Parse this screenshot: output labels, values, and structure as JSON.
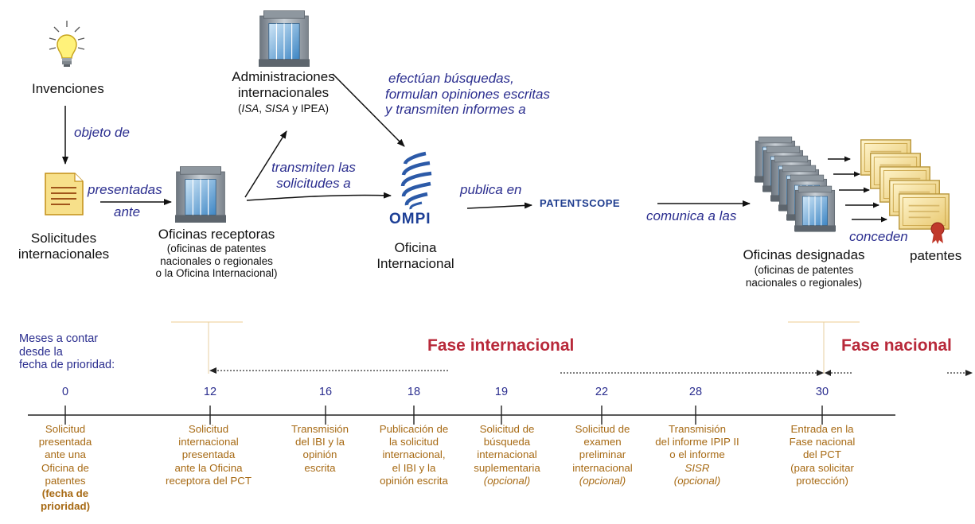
{
  "top": {
    "invenciones": "Invenciones",
    "objeto_de": "objeto de",
    "solicitudes": [
      "Solicitudes",
      "internacionales"
    ],
    "presentadas": [
      "presentadas",
      "ante"
    ],
    "oficinas_receptoras": "Oficinas receptoras",
    "oficinas_receptoras_sub": [
      "(oficinas de patentes",
      "nacionales o regionales",
      "o la Oficina Internacional)"
    ],
    "administraciones": [
      "Administraciones",
      "internacionales"
    ],
    "administraciones_sub": [
      "ISA",
      ", ",
      "SISA",
      " y IPEA)"
    ],
    "transmiten": [
      "transmiten las",
      "solicitudes a"
    ],
    "efectuan": [
      "efectúan búsquedas,",
      "formulan opiniones escritas",
      "y transmiten informes a"
    ],
    "ompi_logo": "OMPI",
    "oficina_internacional": [
      "Oficina",
      "Internacional"
    ],
    "publica_en": "publica en",
    "patentscope": "PATENTSCOPE",
    "comunica": "comunica a las",
    "conceden": "conceden",
    "patentes": "patentes",
    "oficinas_designadas": "Oficinas designadas",
    "oficinas_designadas_sub": [
      "(oficinas de patentes",
      "nacionales o regionales)"
    ]
  },
  "timeline": {
    "meses": [
      "Meses a contar",
      "desde la",
      "fecha de prioridad:"
    ],
    "fase_internacional": "Fase internacional",
    "fase_nacional": "Fase nacional",
    "months": [
      "0",
      "12",
      "16",
      "18",
      "19",
      "22",
      "28",
      "30"
    ],
    "steps": [
      [
        "Solicitud",
        "presentada",
        "ante una",
        "Oficina de",
        "patentes"
      ],
      [
        "Solicitud",
        "internacional",
        "presentada",
        "ante la Oficina",
        "receptora del PCT"
      ],
      [
        "Transmisión",
        "del IBI y la",
        "opinión",
        "escrita"
      ],
      [
        "Publicación de",
        "la solicitud",
        "internacional,",
        "el IBI y la",
        "opinión escrita"
      ],
      [
        "Solicitud de",
        "búsqueda",
        "internacional",
        "suplementaria"
      ],
      [
        "Solicitud de",
        "examen",
        "preliminar",
        "internacional"
      ],
      [
        "Transmisión",
        "del informe IPIP II",
        "o el informe"
      ],
      [
        "Entrada en la",
        "Fase nacional",
        "del PCT",
        "(para solicitar",
        "protección)"
      ]
    ],
    "step0_bold": [
      "(fecha de",
      "prioridad)"
    ],
    "opcional": "(opcional)",
    "sisr": "SISR"
  },
  "colors": {
    "blue_text": "#2b2e8f",
    "phase_red": "#b8293a",
    "step_brown": "#a76a14"
  }
}
